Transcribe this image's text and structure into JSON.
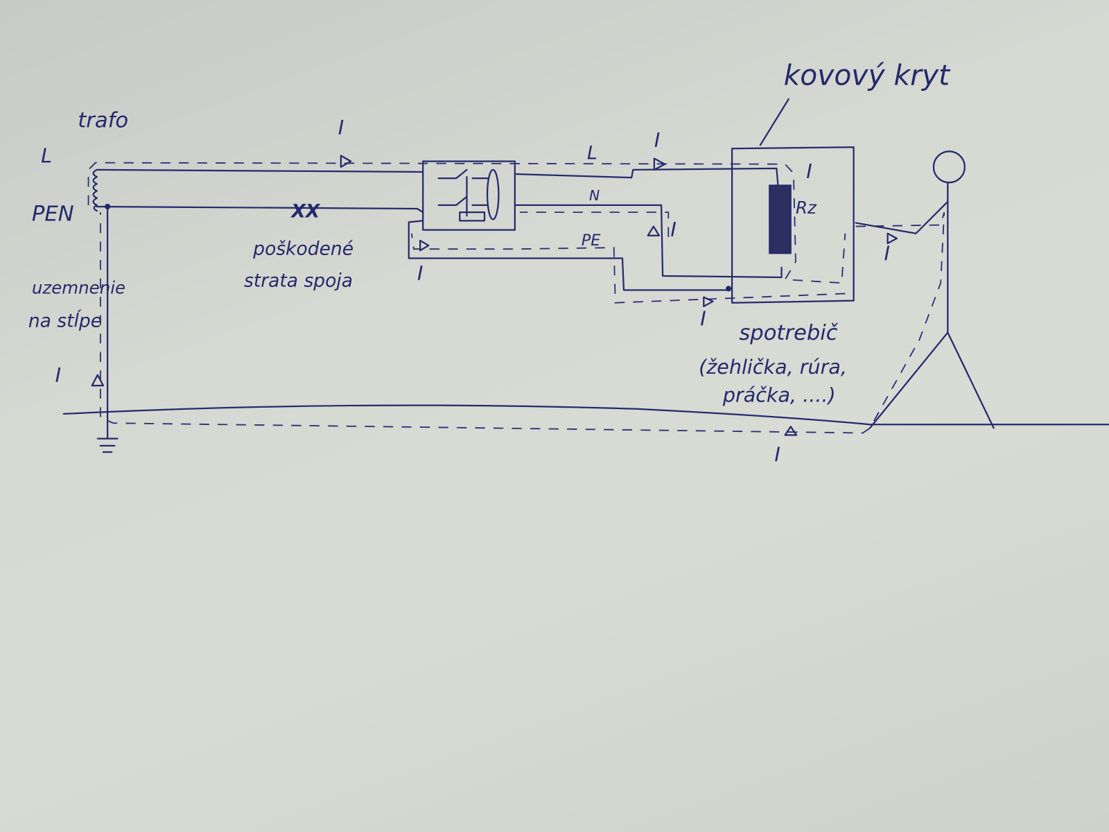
{
  "labels": {
    "trafo": "trafo",
    "l_source": "L",
    "pen": "PEN",
    "damage_line1": "poškodené",
    "damage_line2": "strata spoja",
    "damage_mark": "XX",
    "grounding_line1": "uzemnenie",
    "grounding_line2": "na stĺpe",
    "l_wire": "L",
    "n_wire": "N",
    "pe_wire": "PE",
    "metal_casing": "kovový kryt",
    "resistance": "Rz",
    "appliance_line1": "spotrebič",
    "appliance_line2": "(žehlička, rúra,",
    "appliance_line3": "práčka, ....)",
    "current": "I"
  }
}
